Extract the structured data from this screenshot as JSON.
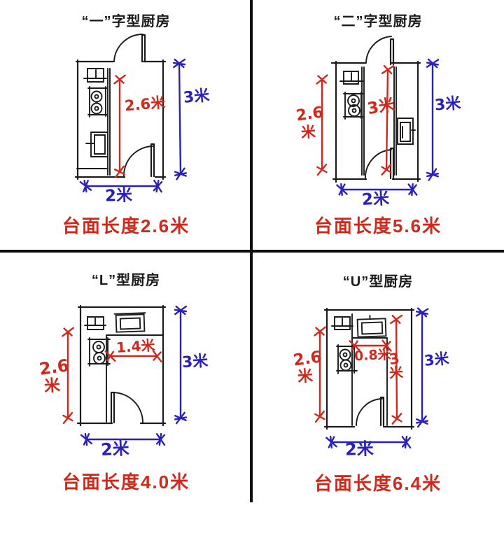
{
  "page": {
    "background": "#ffffff"
  },
  "colors": {
    "red": "#d2281c",
    "blue": "#2a21bd",
    "ink": "#1c1c1c"
  },
  "quadrants": {
    "one": {
      "title": "“一”字型厨房",
      "caption": "台面长度2.6米",
      "dims": {
        "counter": "2.6米",
        "height": "3米",
        "width": "2米"
      }
    },
    "two": {
      "title": "“二”字型厨房",
      "caption": "台面长度5.6米",
      "dims": {
        "left_value": "2.6",
        "left_unit": "米",
        "middle": "3米",
        "height": "3米",
        "width": "2米"
      }
    },
    "l": {
      "title": "“L”型厨房",
      "caption": "台面长度4.0米",
      "dims": {
        "left_value": "2.6",
        "left_unit": "米",
        "inner": "1.4米",
        "height": "3米",
        "width": "2米"
      }
    },
    "u": {
      "title": "“U”型厨房",
      "caption": "台面长度6.4米",
      "dims": {
        "left_value": "2.6",
        "left_unit": "米",
        "inner": "0.8米",
        "mid_value": "3",
        "mid_unit": "米",
        "height": "3米",
        "width": "2米"
      }
    }
  }
}
